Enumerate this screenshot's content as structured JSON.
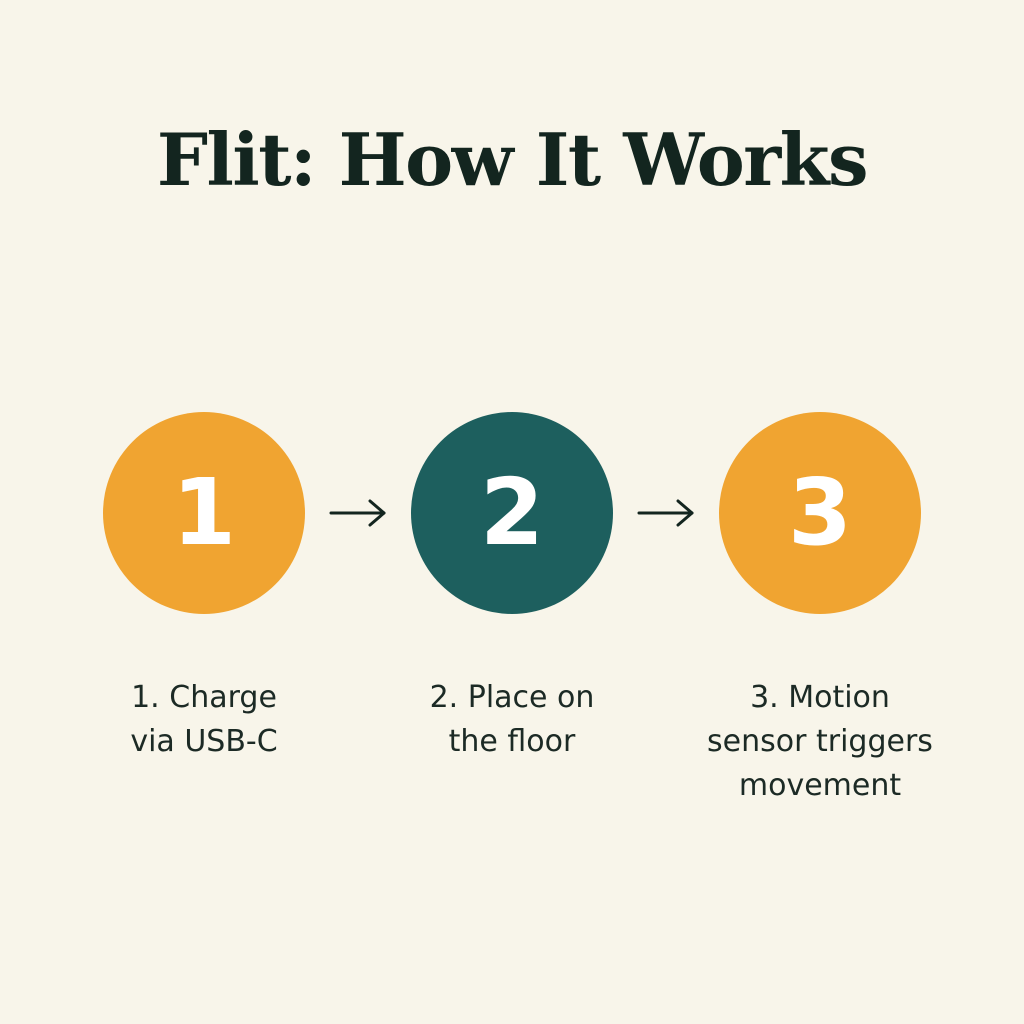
{
  "title": "Flit: How It Works",
  "colors": {
    "background": "#f8f5ea",
    "orange": "#f0a431",
    "teal": "#1d5f5e",
    "text": "#13251f"
  },
  "steps": [
    {
      "number": "1",
      "color": "#f0a431",
      "caption_lines": [
        "1. Charge",
        "via USB-C"
      ]
    },
    {
      "number": "2",
      "color": "#1d5f5e",
      "caption_lines": [
        "2. Place on",
        "the floor"
      ]
    },
    {
      "number": "3",
      "color": "#f0a431",
      "caption_lines": [
        "3. Motion",
        "sensor triggers",
        "movement"
      ]
    }
  ],
  "connectors": [
    "arrow-right-icon",
    "arrow-right-icon"
  ]
}
